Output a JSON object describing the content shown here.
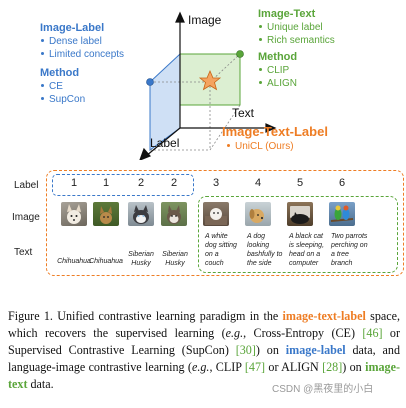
{
  "diagram": {
    "axis_image": "Image",
    "axis_text": "Text",
    "axis_label": "Label",
    "image_label": {
      "title": "Image-Label",
      "items": [
        "Dense label",
        "Limited concepts"
      ],
      "method_title": "Method",
      "methods": [
        "CE",
        "SupCon"
      ]
    },
    "image_text": {
      "title": "Image-Text",
      "items": [
        "Unique label",
        "Rich semantics"
      ],
      "method_title": "Method",
      "methods": [
        "CLIP",
        "ALIGN"
      ]
    },
    "image_text_label": {
      "title": "Image-Text-Label",
      "methods": [
        "UniCL (Ours)"
      ]
    },
    "colors": {
      "blue": "#3a78c9",
      "green": "#5aa53a",
      "orange": "#ee7d24"
    }
  },
  "table": {
    "row_labels": [
      "Label",
      "Image",
      "Text"
    ],
    "numbers": [
      "1",
      "1",
      "2",
      "2",
      "3",
      "4",
      "5",
      "6"
    ],
    "images": [
      "chihuahua-photo",
      "chihuahua-photo",
      "siberian-husky-photo",
      "siberian-husky-photo",
      "dog-on-couch-photo",
      "dog-bashful-photo",
      "black-cat-computer-photo",
      "parrots-on-branch-photo"
    ],
    "texts": [
      "Chihuahua",
      "Chihuahua",
      "Siberian Husky",
      "Siberian Husky",
      "A white dog sitting on a couch",
      "A dog looking bashfully to the side",
      "A black cat is sleeping, head on a computer",
      "Two parrots perching on a tree branch"
    ]
  },
  "caption": {
    "p1": "Figure 1.  Unified contrastive learning paradigm in the ",
    "hl1": "image-text-label",
    "p2": " space, which recovers the supervised learning (",
    "eg1": "e.g.",
    "p3": ", Cross-Entropy (CE) ",
    "ref1": "[46]",
    "p4": " or Supervised Contrastive Learning (SupCon) ",
    "ref2": "[30]",
    "p5": ") on ",
    "hl2": "image-label",
    "p6": " data, and language-image contrastive learning (",
    "eg2": "e.g.",
    "p7": ", CLIP ",
    "ref3": "[47]",
    "p8": " or ALIGN ",
    "ref4": "[28]",
    "p9": ") on ",
    "hl3": "image-text",
    "p10": " data."
  },
  "watermark": "CSDN @黑夜里的小白"
}
